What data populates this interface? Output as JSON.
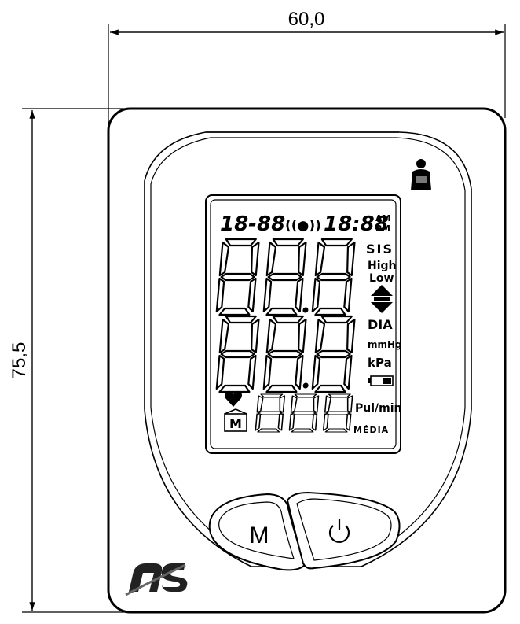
{
  "dimensions": {
    "width_label": "60,0",
    "height_label": "75,5"
  },
  "lcd": {
    "date_display": "18-88",
    "signal_symbol": "((●))",
    "time_display": "18:88",
    "am_label": "AM",
    "pm_label": "PM",
    "sis_label": "SIS",
    "high_label": "High",
    "low_label": "Low",
    "dia_label": "DIA",
    "mmhg_label": "mmHg",
    "kpa_label": "kPa",
    "pulse_unit_label": "Pul/min",
    "memory_icon_label": "M",
    "media_label": "MÉDIA"
  },
  "buttons": {
    "memory_label": "M",
    "power_symbol": "⏻"
  },
  "icons": [
    "heart-icon",
    "memory-icon",
    "battery-icon",
    "arrows-updown-icon",
    "person-cuff-icon",
    "brand-logo"
  ]
}
